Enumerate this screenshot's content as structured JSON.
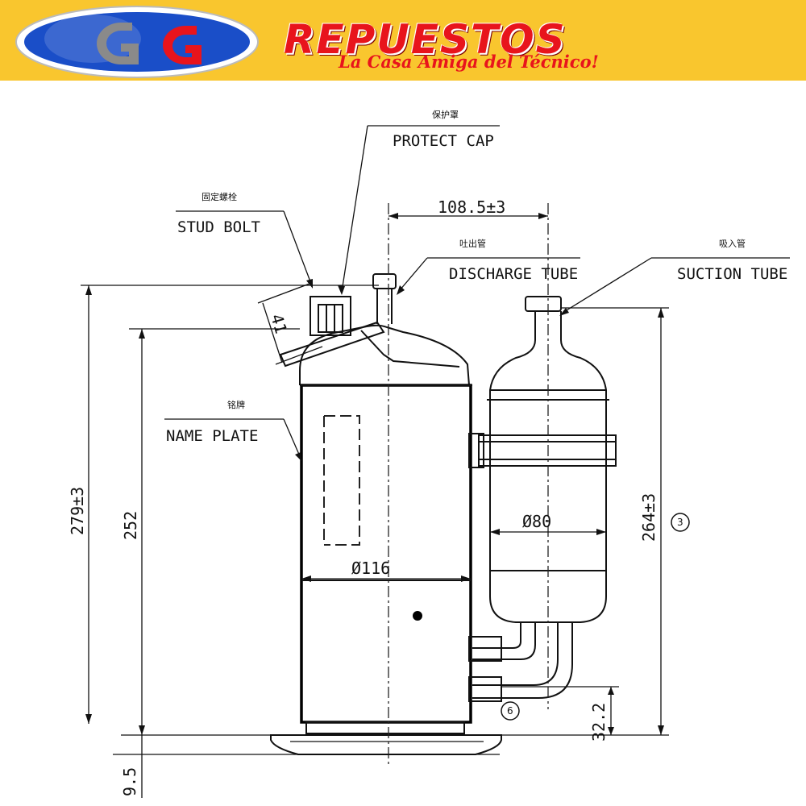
{
  "banner": {
    "logo_letters": "GG",
    "brand_name": "REPUESTOS",
    "tagline": "La Casa Amiga del Técnico!",
    "colors": {
      "background": "#f9c62e",
      "brand_red": "#e8141c",
      "logo_blue": "#1a4ec8"
    }
  },
  "labels": {
    "protect_cap": {
      "cn": "保护罩",
      "en": "PROTECT CAP"
    },
    "stud_bolt": {
      "cn": "固定螺栓",
      "en": "STUD BOLT"
    },
    "discharge_tube": {
      "cn": "吐出管",
      "en": "DISCHARGE TUBE"
    },
    "suction_tube": {
      "cn": "吸入管",
      "en": "SUCTION TUBE"
    },
    "name_plate": {
      "cn": "铭牌",
      "en": "NAME PLATE"
    }
  },
  "dimensions": {
    "width_offset": "108.5±3",
    "terminal_height": "41",
    "total_height": "279±3",
    "body_height": "252",
    "suction_height": "264±3",
    "body_diameter": "Ø116",
    "accumulator_diameter": "Ø80",
    "pipe_height": "32.2",
    "base_height": "9.5"
  },
  "callouts": {
    "three": "③",
    "six": "⑥"
  }
}
